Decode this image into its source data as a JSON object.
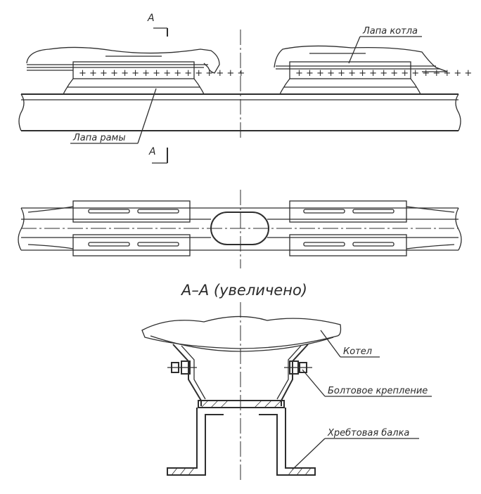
{
  "labels": {
    "lapa_kotla": "Лапа котла",
    "lapa_ramy": "Лапа рамы",
    "section_mark_top": "A",
    "section_mark_bottom": "A",
    "section_title": "А–А (увеличено)",
    "kotel": "Котел",
    "boltovoe": "Болтовое крепление",
    "balka": "Хребтовая балка"
  }
}
